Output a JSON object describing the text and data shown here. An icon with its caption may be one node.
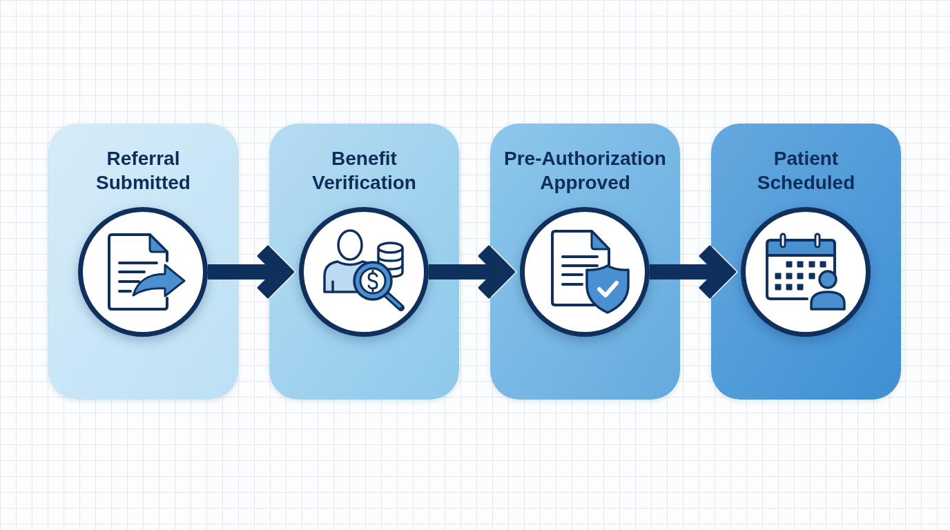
{
  "diagram": {
    "nodes": [
      {
        "text": [
          "Referral Submitted"
        ]
      },
      {
        "text": [],
        "shape": "circle",
        "in": 0
      },
      {
        "text": [
          "Benefit Verification"
        ]
      },
      {
        "text": [],
        "shape": "circle",
        "in": 2
      },
      {
        "text": [
          "Pre-Authorization Approved"
        ]
      },
      {
        "text": [],
        "shape": "circle",
        "in": 4
      },
      {
        "text": [
          "Patient Scheduled"
        ]
      },
      {
        "text": [],
        "shape": "circle",
        "in": 6
      }
    ],
    "edges": [
      {
        "from": 1,
        "to": 3,
        "arrow": "to"
      },
      {
        "from": 3,
        "to": 5,
        "arrow": "to"
      },
      {
        "from": 5,
        "to": 7,
        "arrow": "to"
      }
    ]
  }
}
